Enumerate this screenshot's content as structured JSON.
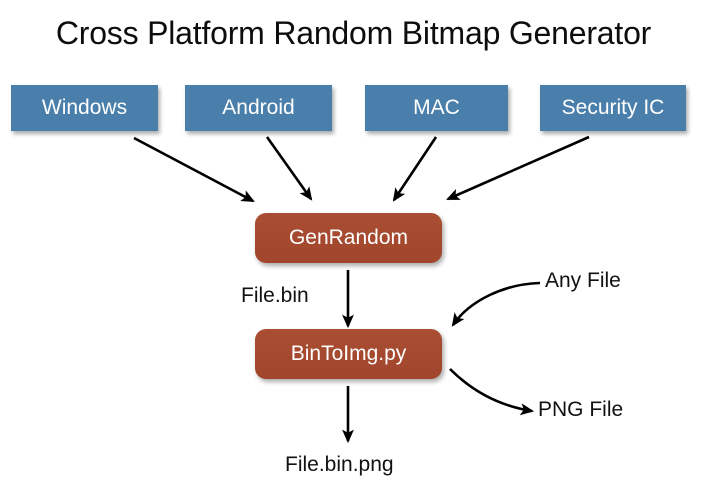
{
  "title": "Cross Platform Random Bitmap Generator",
  "colors": {
    "background": "#ffffff",
    "platform_box": "#4a7fab",
    "process_box": "#a4492f",
    "box_text": "#ffffff",
    "title_text": "#0d0d0d",
    "arrow": "#000000",
    "label_text": "#111111"
  },
  "nodes": {
    "platforms": [
      {
        "id": "windows",
        "label": "Windows"
      },
      {
        "id": "android",
        "label": "Android"
      },
      {
        "id": "mac",
        "label": "MAC"
      },
      {
        "id": "security_ic",
        "label": "Security IC"
      }
    ],
    "processes": [
      {
        "id": "genrandom",
        "label": "GenRandom"
      },
      {
        "id": "bintoimg",
        "label": "BinToImg.py"
      }
    ]
  },
  "edge_labels": {
    "file_bin": "File.bin",
    "any_file": "Any File",
    "png_file": "PNG File",
    "file_bin_png": "File.bin.png"
  },
  "edges": [
    {
      "from": "windows",
      "to": "genrandom",
      "label": ""
    },
    {
      "from": "android",
      "to": "genrandom",
      "label": ""
    },
    {
      "from": "mac",
      "to": "genrandom",
      "label": ""
    },
    {
      "from": "security_ic",
      "to": "genrandom",
      "label": ""
    },
    {
      "from": "genrandom",
      "to": "bintoimg",
      "label": "File.bin"
    },
    {
      "from": "any_file",
      "to": "bintoimg",
      "label": "Any File"
    },
    {
      "from": "bintoimg",
      "to": "png_file",
      "label": "PNG File"
    },
    {
      "from": "bintoimg",
      "to": "output",
      "label": "File.bin.png"
    }
  ]
}
